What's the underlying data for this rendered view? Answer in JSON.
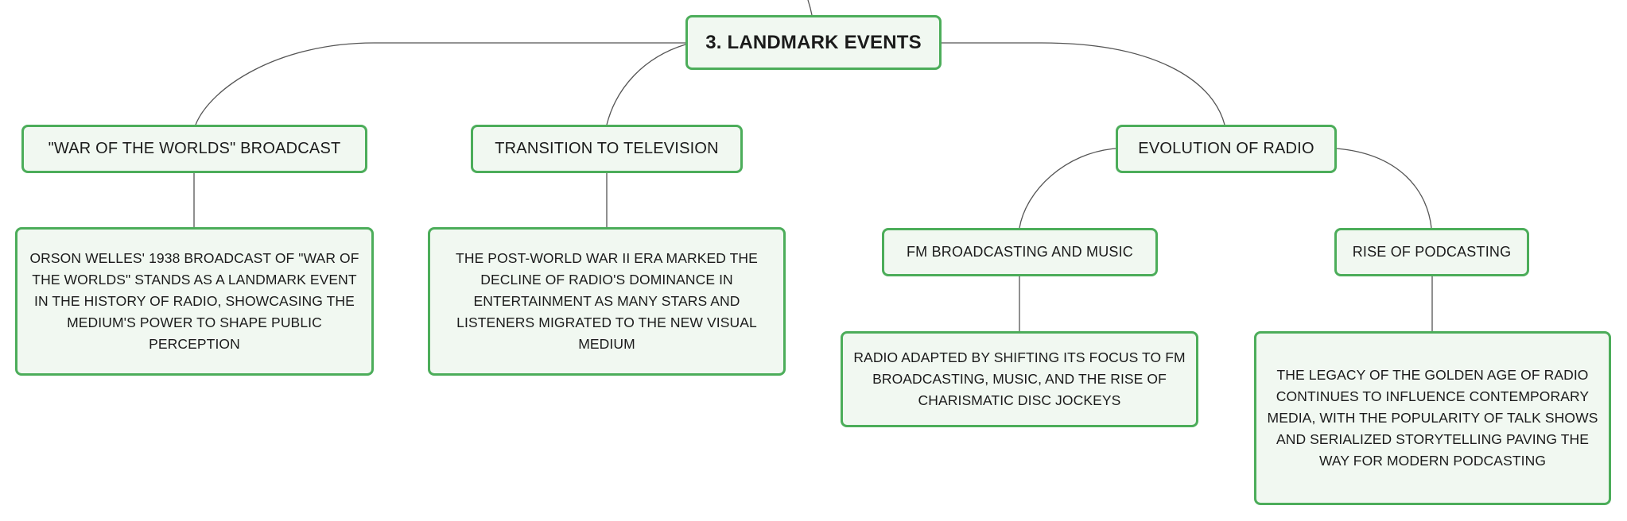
{
  "root": {
    "label": "3. LANDMARK EVENTS"
  },
  "topics": {
    "war_of_the_worlds": {
      "label": "\"WAR OF THE WORLDS\" BROADCAST",
      "description": "ORSON WELLES' 1938 BROADCAST OF \"WAR OF THE WORLDS\" STANDS AS A LANDMARK EVENT IN THE HISTORY OF RADIO, SHOWCASING THE MEDIUM'S POWER TO SHAPE PUBLIC PERCEPTION"
    },
    "television": {
      "label": "TRANSITION TO TELEVISION",
      "description": "THE POST-WORLD WAR II ERA MARKED THE DECLINE OF RADIO'S DOMINANCE IN ENTERTAINMENT AS MANY STARS AND LISTENERS MIGRATED TO THE NEW VISUAL MEDIUM"
    },
    "evolution": {
      "label": "EVOLUTION OF RADIO",
      "subtopics": {
        "fm": {
          "label": "FM BROADCASTING AND MUSIC",
          "description": "RADIO ADAPTED BY SHIFTING ITS FOCUS TO FM BROADCASTING, MUSIC, AND THE RISE OF CHARISMATIC DISC JOCKEYS"
        },
        "podcasting": {
          "label": "RISE OF PODCASTING",
          "description": "THE LEGACY OF THE GOLDEN AGE OF RADIO CONTINUES TO INFLUENCE CONTEMPORARY MEDIA, WITH THE POPULARITY OF TALK SHOWS AND SERIALIZED STORYTELLING PAVING THE WAY FOR MODERN PODCASTING"
        }
      }
    }
  },
  "colors": {
    "node_border": "#4cad5a",
    "node_fill": "#f1f8f1",
    "connector": "#555555",
    "text": "#1b1b1b"
  }
}
